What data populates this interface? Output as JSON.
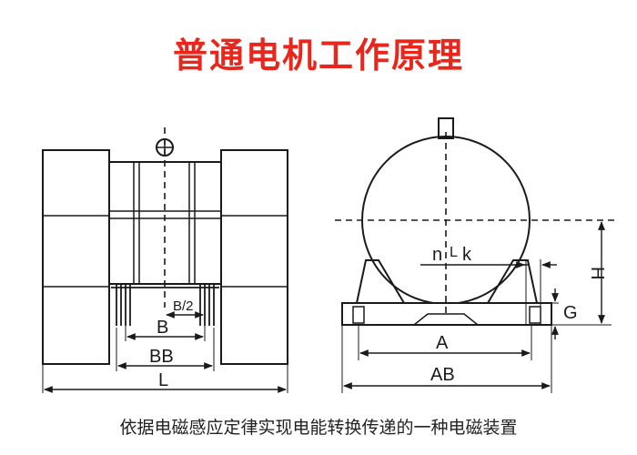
{
  "title": "普通电机工作原理",
  "caption": "依据电磁感应定律实现电能转换传递的一种电磁装置",
  "colors": {
    "title": "#e8261b",
    "ink": "#1a1a1a"
  },
  "front_view": {
    "dim_labels": {
      "half_b": "B/2",
      "b": "B",
      "bb": "BB",
      "l": "L"
    }
  },
  "side_view": {
    "dim_labels": {
      "a": "A",
      "ab": "AB",
      "h": "H",
      "g": "G",
      "n": "n",
      "k": "k"
    }
  }
}
